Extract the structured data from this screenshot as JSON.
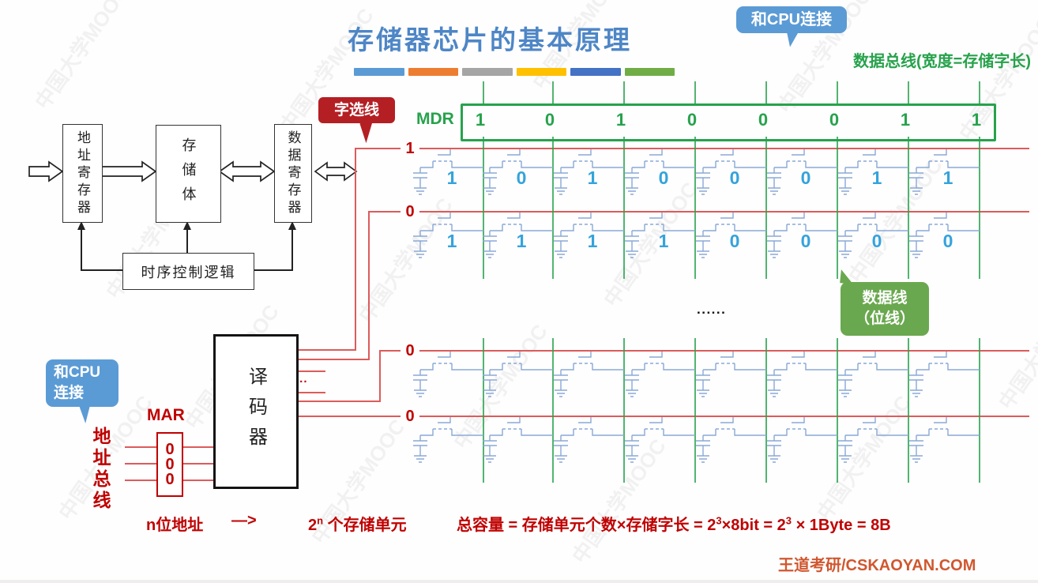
{
  "watermark": "中国大学MOOC",
  "title": "存储器芯片的基本原理",
  "accent_bars": [
    "#5B9BD5",
    "#ED7D31",
    "#A5A5A5",
    "#FFC000",
    "#4472C4",
    "#70AD47"
  ],
  "bubbles": {
    "cpu_top": "和CPU连接",
    "cpu_left_line1": "和CPU",
    "cpu_left_line2": "连接",
    "word_select": "字选线",
    "data_line_line1": "数据线",
    "data_line_line2": "（位线）"
  },
  "data_bus_label": "数据总线(宽度=存储字长)",
  "mdr": {
    "label": "MDR",
    "bits": [
      "1",
      "0",
      "1",
      "0",
      "0",
      "0",
      "1",
      "1"
    ]
  },
  "block_diagram": {
    "address_register": "地址寄存器",
    "storage_body": "存储体",
    "data_register": "数据寄存器",
    "timing_logic": "时序控制逻辑"
  },
  "decoder": {
    "label": "译码器",
    "ellipsis": "..."
  },
  "mar": {
    "label": "MAR",
    "bits": [
      "0",
      "0",
      "0"
    ],
    "address_bus": "地址总线"
  },
  "memory_grid": {
    "word_line_labels": [
      "1",
      "0",
      "0",
      "0"
    ],
    "rows": [
      [
        "1",
        "0",
        "1",
        "0",
        "0",
        "0",
        "1",
        "1"
      ],
      [
        "1",
        "1",
        "1",
        "1",
        "0",
        "0",
        "0",
        "0"
      ],
      [
        "",
        "",
        "",
        "",
        "",
        "",
        "",
        ""
      ],
      [
        "",
        "",
        "",
        "",
        "",
        "",
        "",
        ""
      ]
    ],
    "ellipsis": "......"
  },
  "formula": {
    "n_addr": "n位地址",
    "arrow": "—>",
    "cells_base": "2",
    "cells_sup": "n",
    "cells_rest": " 个存储单元",
    "cap_p1": "总容量 = 存储单元个数×存储字长 = 2",
    "cap_s1": "3",
    "cap_p2": "×8bit = 2",
    "cap_s2": "3",
    "cap_p3": " × 1Byte = 8B"
  },
  "footer": "王道考研/CSKAOYAN.COM",
  "colors": {
    "title_blue": "#4e86c6",
    "bus_green": "#27a24c",
    "line_red": "#dd5b5b",
    "label_red": "#c00000",
    "circuit_blue": "#8aa9d6",
    "digit_blue": "#35a3dc",
    "bubble_blue": "#5b9bd5",
    "bubble_red": "#b41f24",
    "bubble_green": "#6aa84f",
    "footer_orange": "#d0572f"
  }
}
